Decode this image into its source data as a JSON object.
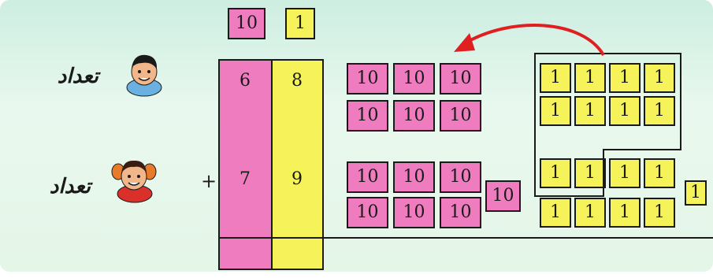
{
  "header": {
    "tens_label": "10",
    "ones_label": "1"
  },
  "rows": [
    {
      "label": "تعداد",
      "tens_digit": "6",
      "ones_digit": "8"
    },
    {
      "label": "تعداد",
      "tens_digit": "7",
      "ones_digit": "9"
    }
  ],
  "operator": "+",
  "tiles": {
    "ten": "10",
    "one": "1"
  },
  "colors": {
    "pink": "#f07cc0",
    "yellow": "#f6f25a",
    "arrow": "#e02020",
    "background": "#dff4ea"
  }
}
